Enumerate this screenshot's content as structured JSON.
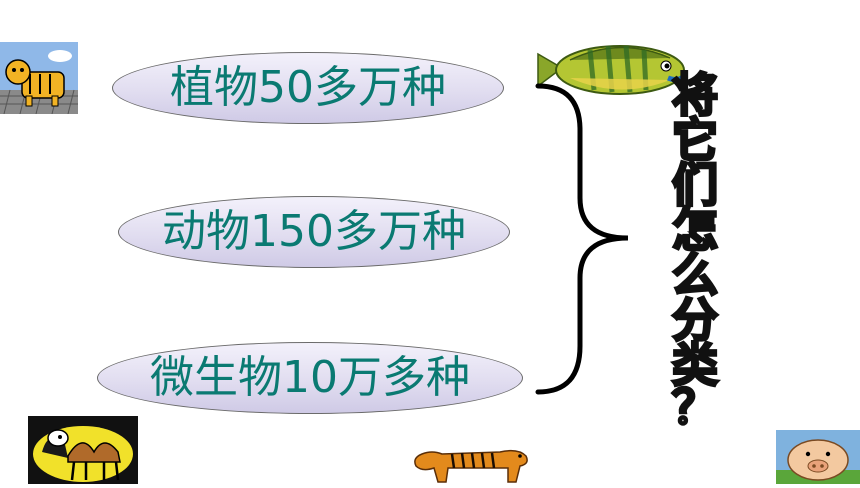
{
  "ovals": [
    {
      "label": "植物50多万种"
    },
    {
      "label": "动物150多万种"
    },
    {
      "label": "微生物10万多种"
    }
  ],
  "question": {
    "chars": [
      "将",
      "它",
      "们",
      "怎",
      "么",
      "分",
      "类",
      "？"
    ]
  },
  "icons": [
    "tiger-cartoon-icon",
    "fish-icon",
    "camel-cartoon-icon",
    "tiger-icon",
    "pig-cartoon-icon"
  ],
  "colors": {
    "label_text": "#0a7a72",
    "oval_fill": "#e1ddf0",
    "brace": "#000000"
  }
}
